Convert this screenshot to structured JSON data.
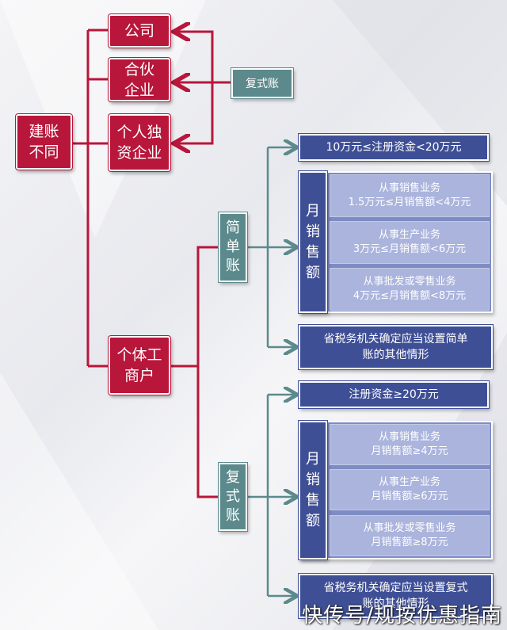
{
  "root": "建账\n不同",
  "company": "公司",
  "partnership": "合伙\n企业",
  "sole_proprietorship": "个人独\n资企业",
  "double_entry_top": "复式账",
  "individual_business": "个体工\n商户",
  "simple_book": "简\n单\n账",
  "double_book": "复\n式\n账",
  "simple": {
    "capital": "10万元≤注册资金<20万元",
    "monthly_sales": "月\n销\n售\n额",
    "items": [
      {
        "line1": "从事销售业务",
        "line2": "1.5万元≤月销售额<4万元"
      },
      {
        "line1": "从事生产业务",
        "line2": "3万元≤月销售额<6万元"
      },
      {
        "line1": "从事批发或零售业务",
        "line2": "4万元≤月销售额<8万元"
      }
    ],
    "other": "省税务机关确定应当设置简单\n账的其他情形"
  },
  "double": {
    "capital": "注册资金≥20万元",
    "monthly_sales": "月\n销\n售\n额",
    "items": [
      {
        "line1": "从事销售业务",
        "line2": "月销售额≥4万元"
      },
      {
        "line1": "从事生产业务",
        "line2": "月销售额≥6万元"
      },
      {
        "line1": "从事批发或零售业务",
        "line2": "月销售额≥8万元"
      }
    ],
    "other": "省税务机关确定应当设置复式\n账的其他情形"
  },
  "watermark": "快传号/规按优惠指南",
  "colors": {
    "red": "#b8163a",
    "teal": "#5c8a8c",
    "blue": "#3f4f96",
    "light_blue": "#aab4dc"
  }
}
